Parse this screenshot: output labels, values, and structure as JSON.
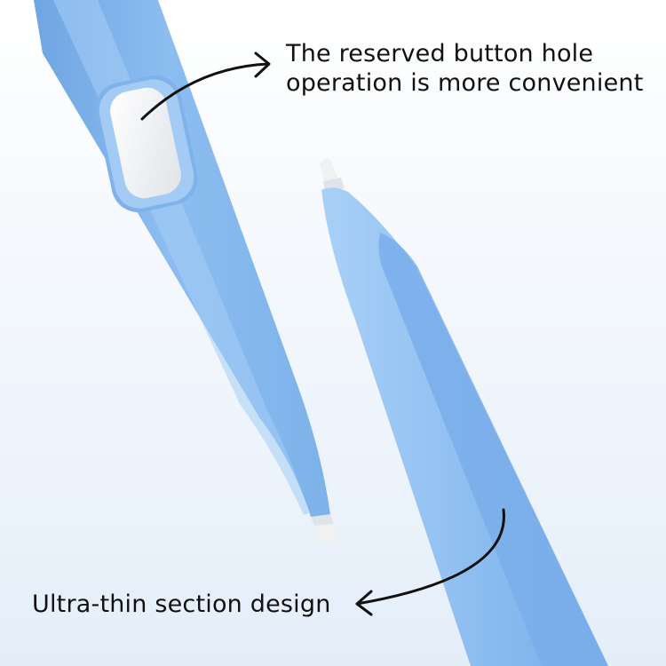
{
  "captions": {
    "button_hole_line1": "The reserved button hole",
    "button_hole_line2": "operation is more convenient",
    "section_design": "Ultra-thin section design"
  },
  "colors": {
    "background_top": "#ffffff",
    "background_bottom": "#e4eef9",
    "pen_blue": "#8cbdf0",
    "pen_blue_shadow": "#6fa5e2",
    "pen_blue_highlight": "#a9d0f7",
    "button_white": "#f3f4f6",
    "tip_white": "#f0f1f2",
    "text": "#111111"
  }
}
